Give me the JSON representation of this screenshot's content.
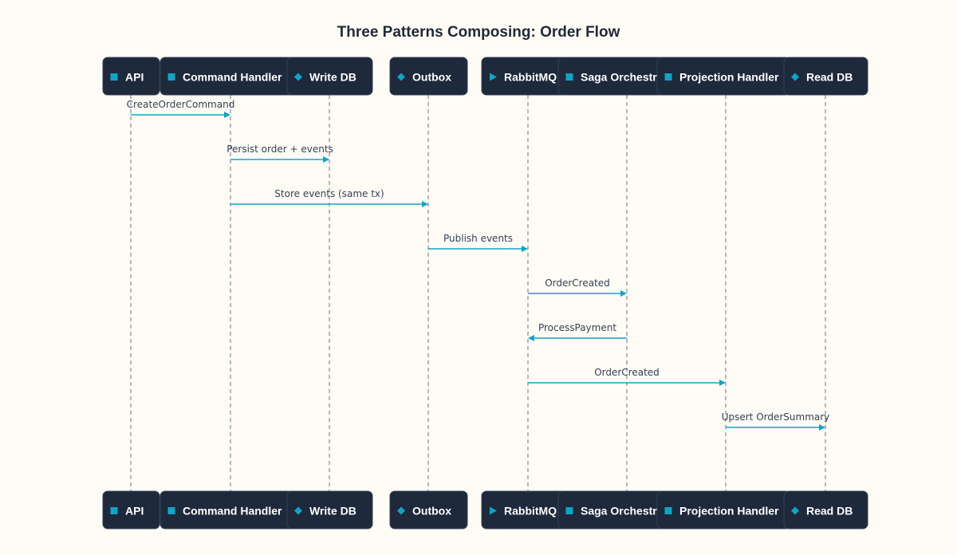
{
  "title": "Three Patterns Composing: Order Flow",
  "colors": {
    "background": "#fffcf5",
    "participant_fill": "#1e293b",
    "participant_text": "#ffffff",
    "accent": "#0ea5c6",
    "lifeline": "#64748b"
  },
  "participants": [
    {
      "id": "api",
      "label": "API",
      "icon": "square-icon"
    },
    {
      "id": "command-handler",
      "label": "Command Handler",
      "icon": "square-icon"
    },
    {
      "id": "write-db",
      "label": "Write DB",
      "icon": "diamond-icon"
    },
    {
      "id": "outbox",
      "label": "Outbox",
      "icon": "diamond-icon"
    },
    {
      "id": "rabbitmq",
      "label": "RabbitMQ",
      "icon": "play-icon"
    },
    {
      "id": "saga-orchestrator",
      "label": "Saga Orchestr",
      "icon": "square-icon"
    },
    {
      "id": "projection-handler",
      "label": "Projection Handler",
      "icon": "square-icon"
    },
    {
      "id": "read-db",
      "label": "Read DB",
      "icon": "diamond-icon"
    }
  ],
  "messages": [
    {
      "from": 0,
      "to": 1,
      "label": "CreateOrderCommand"
    },
    {
      "from": 1,
      "to": 2,
      "label": "Persist order + events"
    },
    {
      "from": 1,
      "to": 3,
      "label": "Store events (same tx)"
    },
    {
      "from": 3,
      "to": 4,
      "label": "Publish events"
    },
    {
      "from": 4,
      "to": 5,
      "label": "OrderCreated"
    },
    {
      "from": 5,
      "to": 4,
      "label": "ProcessPayment"
    },
    {
      "from": 4,
      "to": 6,
      "label": "OrderCreated"
    },
    {
      "from": 6,
      "to": 7,
      "label": "Upsert OrderSummary"
    }
  ]
}
